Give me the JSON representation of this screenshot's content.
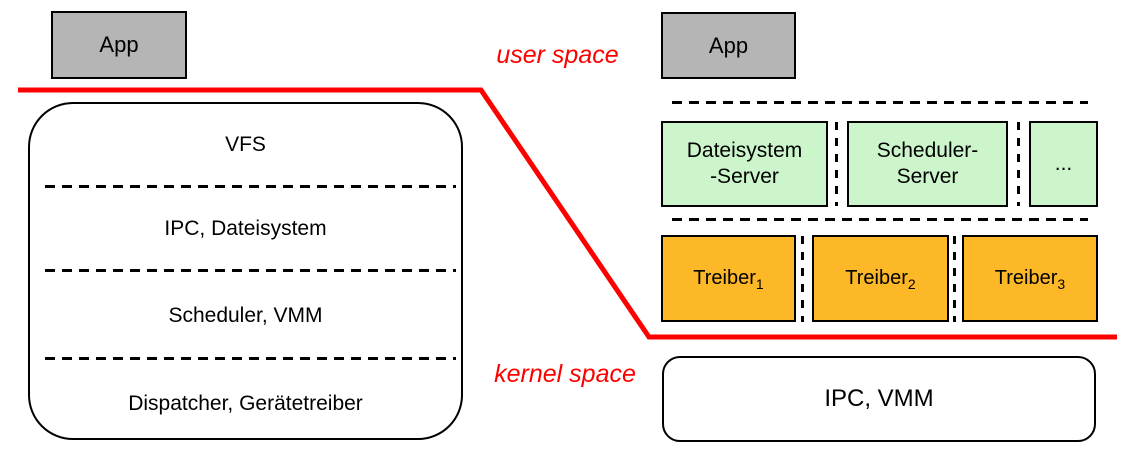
{
  "colors": {
    "red": "#fe0000",
    "gray": "#b5b5b5",
    "green": "#ccf5cb",
    "orange": "#fcb826",
    "line": "#000000"
  },
  "labels": {
    "user_space": "user space",
    "kernel_space": "kernel space"
  },
  "left": {
    "app": "App",
    "layers": [
      "VFS",
      "IPC, Dateisystem",
      "Scheduler, VMM",
      "Dispatcher, Gerätetreiber"
    ]
  },
  "right": {
    "app": "App",
    "servers": [
      {
        "line1": "Dateisystem",
        "line2": "-Server"
      },
      {
        "line1": "Scheduler-",
        "line2": "Server"
      },
      {
        "line1": "...",
        "line2": ""
      }
    ],
    "drivers": [
      {
        "base": "Treiber",
        "sub": "1"
      },
      {
        "base": "Treiber",
        "sub": "2"
      },
      {
        "base": "Treiber",
        "sub": "3"
      }
    ],
    "kernel": "IPC, VMM"
  }
}
